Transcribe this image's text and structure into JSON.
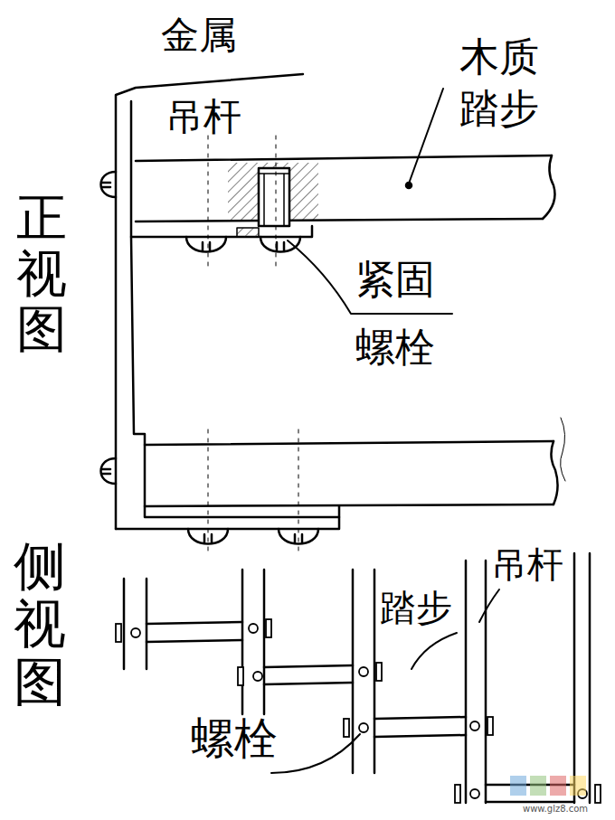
{
  "diagram": {
    "labels": [
      "金属",
      "吊杆",
      "木质 踏步",
      "正视图",
      "紧固 螺栓",
      "侧视图",
      "踏步",
      "吊杆",
      "螺栓",
      "www.glz8.com"
    ]
  }
}
